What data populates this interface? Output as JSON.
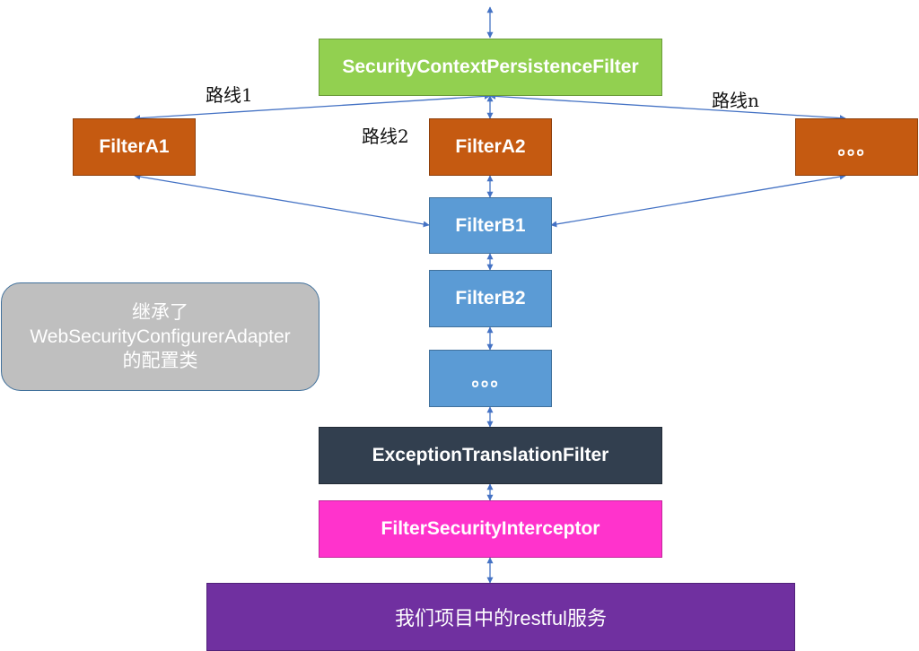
{
  "nodes": {
    "security_context_filter": "SecurityContextPersistenceFilter",
    "filter_a1": "FilterA1",
    "filter_a2": "FilterA2",
    "filter_a_more": "。。。",
    "filter_b1": "FilterB1",
    "filter_b2": "FilterB2",
    "filter_b_more": "。。。",
    "exception_translation_filter": "ExceptionTranslationFilter",
    "filter_security_interceptor": "FilterSecurityInterceptor",
    "restful_service": "我们项目中的restful服务"
  },
  "routes": {
    "route_1": "路线1",
    "route_2": "路线2",
    "route_n": "路线n"
  },
  "note": {
    "line1": "继承了",
    "line2": "WebSecurityConfigurerAdapter",
    "line3": "的配置类"
  },
  "colors": {
    "green": "#92d050",
    "orange": "#c55a11",
    "blue": "#5b9bd5",
    "dark": "#323f4f",
    "magenta": "#ff33cc",
    "purple": "#7030a0",
    "gray": "#bfbfbf",
    "connector": "#4472c4"
  }
}
